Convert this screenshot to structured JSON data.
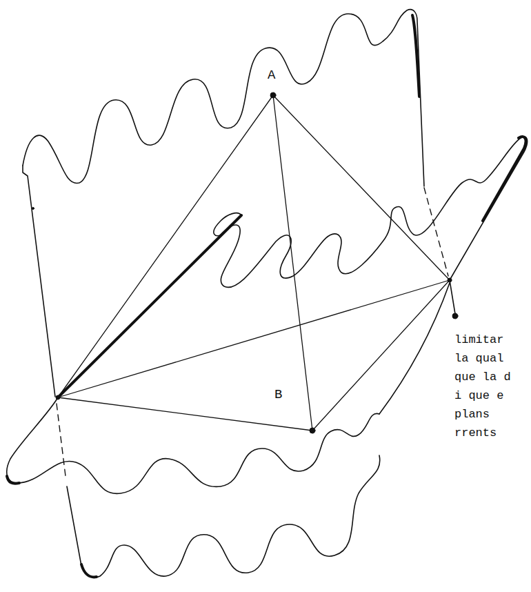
{
  "diagram": {
    "labels": [
      "A",
      "B",
      "limitar",
      "la qual",
      "que la d",
      "i que e",
      "plans",
      "rrents"
    ]
  }
}
